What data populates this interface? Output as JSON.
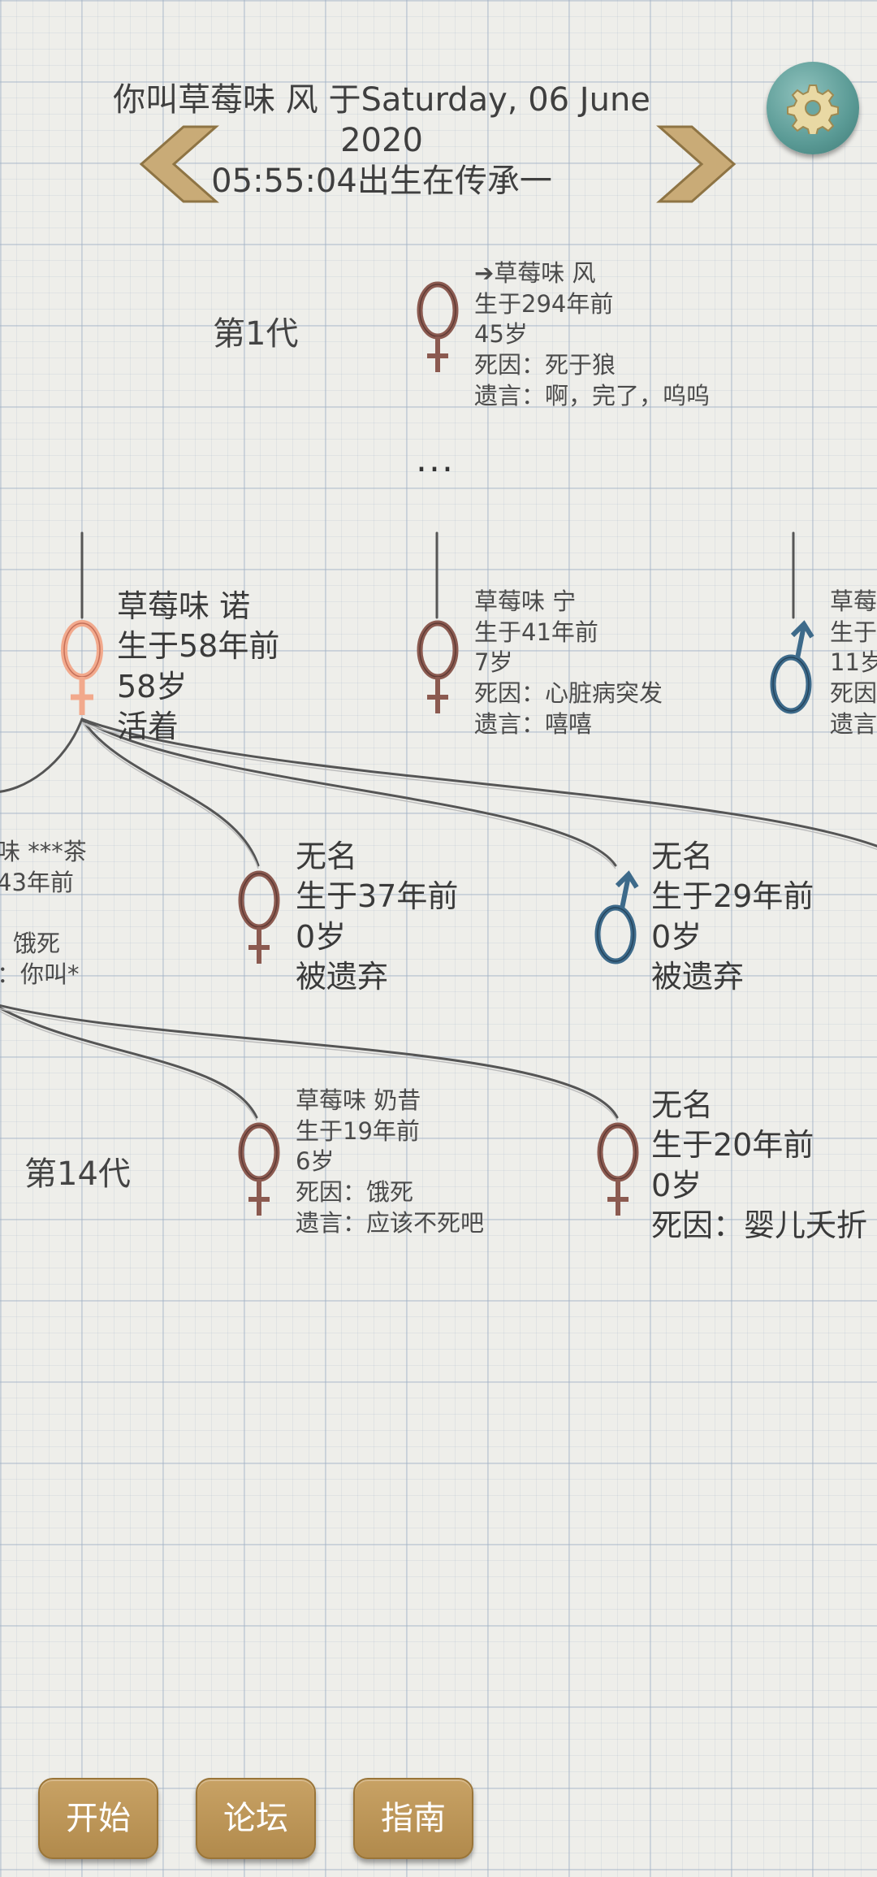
{
  "header": {
    "line1": "你叫草莓味 风 于Saturday, 06 June 2020",
    "line2": "05:55:04出生在传承一"
  },
  "icons": {
    "prev": "chevron-left-icon",
    "next": "chevron-right-icon",
    "settings": "gear-icon"
  },
  "colors": {
    "female": "#8b5a50",
    "female_highlight": "#f2a98c",
    "male": "#3d6a8a",
    "button": "#b9924f"
  },
  "generations": {
    "gen1": "第1代",
    "gen14": "第14代",
    "ellipsis": "..."
  },
  "ancestor": {
    "name": "➔草莓味 风",
    "born": "生于294年前",
    "age": "45岁",
    "cause": "死因：死于狼",
    "words": "遗言：啊，完了，呜呜"
  },
  "parents": [
    {
      "name": "草莓味 诺",
      "born": "生于58年前",
      "age": "58岁",
      "status": "活着"
    },
    {
      "name": "草莓味 宁",
      "born": "生于41年前",
      "age": "7岁",
      "cause": "死因：心脏病突发",
      "words": "遗言：嘻嘻"
    },
    {
      "name": "草莓",
      "born": "生于",
      "age": "11岁",
      "cause": "死因",
      "words": "遗言"
    }
  ],
  "children": [
    {
      "name": "味 ***茶",
      "born": "43年前",
      "cause": "饿死",
      "words": "：你叫*"
    },
    {
      "name": "无名",
      "born": "生于37年前",
      "age": "0岁",
      "status": "被遗弃"
    },
    {
      "name": "无名",
      "born": "生于29年前",
      "age": "0岁",
      "status": "被遗弃"
    }
  ],
  "grandchildren": [
    {
      "name": "草莓味 奶昔",
      "born": "生于19年前",
      "age": "6岁",
      "cause": "死因：饿死",
      "words": "遗言：应该不死吧"
    },
    {
      "name": "无名",
      "born": "生于20年前",
      "age": "0岁",
      "cause": "死因：婴儿夭折"
    }
  ],
  "buttons": {
    "start": "开始",
    "forum": "论坛",
    "guide": "指南"
  }
}
